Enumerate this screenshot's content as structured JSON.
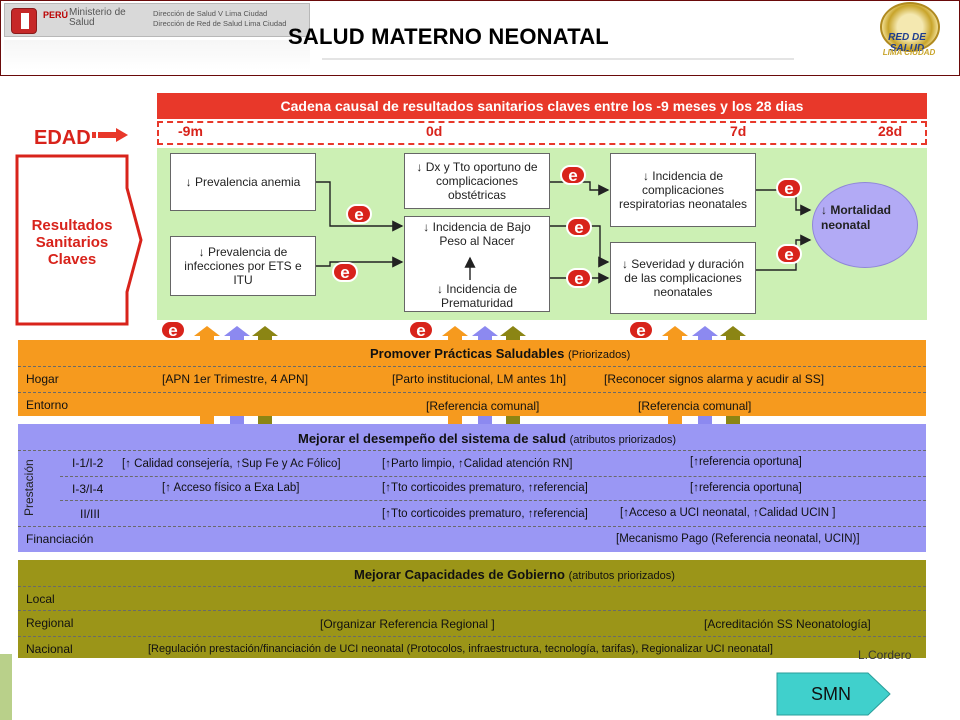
{
  "header": {
    "logo_left": {
      "country": "PERÚ",
      "ministry": "Ministerio de Salud",
      "direction_1": "Dirección de Salud V Lima Ciudad",
      "direction_2": "Dirección de Red de Salud Lima Ciudad"
    },
    "title": "SALUD MATERNO NEONATAL",
    "logo_right": {
      "line1": "RED DE SALUD",
      "line2": "LIMA CIUDAD"
    }
  },
  "left": {
    "edad": "EDAD",
    "resultados": "Resultados Sanitarios Claves"
  },
  "chain": {
    "header": "Cadena causal de resultados sanitarios claves entre los -9 meses y los 28 dias",
    "timeline": [
      "-9m",
      "0d",
      "7d",
      "28d"
    ],
    "boxes": {
      "anemia": "↓ Prevalencia anemia",
      "infecciones": "↓ Prevalencia de infecciones por ETS e ITU",
      "dx": "↓ Dx y Tto oportuno de complicaciones obstétricas",
      "bajo_peso": "↓ Incidencia de Bajo Peso al Nacer",
      "prematuridad": "↓ Incidencia de Prematuridad",
      "respiratorias": "↓ Incidencia de complicaciones respiratorias neonatales",
      "severidad": "↓ Severidad y duración de las complicaciones neonatales",
      "mortalidad": "↓ Mortalidad neonatal"
    },
    "badge": "e"
  },
  "promover": {
    "title": "Promover Prácticas Saludables",
    "subtitle": "(Priorizados)",
    "rows": [
      {
        "label": "Hogar",
        "items": [
          "[APN 1er Trimestre, 4 APN]",
          "[Parto institucional, LM antes 1h]",
          "[Reconocer signos alarma y acudir al SS]"
        ]
      },
      {
        "label": "Entorno",
        "items": [
          "[Referencia comunal]",
          "[Referencia comunal]"
        ]
      }
    ]
  },
  "sistema": {
    "title": "Mejorar el desempeño del sistema de salud",
    "subtitle": "(atributos priorizados)",
    "prestacion": "Prestación",
    "rows": [
      {
        "label": "I-1/I-2",
        "items": [
          "[↑ Calidad consejería, ↑Sup Fe y Ac Fólico]",
          "[↑Parto limpio, ↑Calidad atención RN]",
          "[↑referencia oportuna]"
        ]
      },
      {
        "label": "I-3/I-4",
        "items": [
          "[↑ Acceso físico a  Exa Lab]",
          "[↑Tto corticoides prematuro, ↑referencia]",
          "[↑referencia oportuna]"
        ]
      },
      {
        "label": "II/III",
        "items": [
          "[↑Tto corticoides prematuro, ↑referencia]",
          "[↑Acceso a UCI neonatal, ↑Calidad UCIN ]"
        ]
      },
      {
        "label": "Financiación",
        "items": [
          "[Mecanismo Pago (Referencia neonatal, UCIN)]"
        ]
      }
    ]
  },
  "gobierno": {
    "title": "Mejorar Capacidades de Gobierno",
    "subtitle": "(atributos priorizados)",
    "rows": [
      {
        "label": "Local",
        "items": []
      },
      {
        "label": "Regional",
        "items": [
          "[Organizar Referencia Regional ]",
          "[Acreditación SS Neonatología]"
        ]
      },
      {
        "label": "Nacional",
        "items": [
          "[Regulación prestación/financiación de UCI neonatal (Protocolos, infraestructura, tecnología, tarifas), Regionalizar UCI neonatal]"
        ]
      }
    ]
  },
  "credit": "L.Cordero",
  "nav": {
    "smn": "SMN"
  },
  "colors": {
    "red": "#e8382a",
    "green": "#ccf0b4",
    "orange": "#f69a1e",
    "blue": "#9a97f4",
    "olive": "#9b9518",
    "lavender": "#b2aaf5"
  }
}
